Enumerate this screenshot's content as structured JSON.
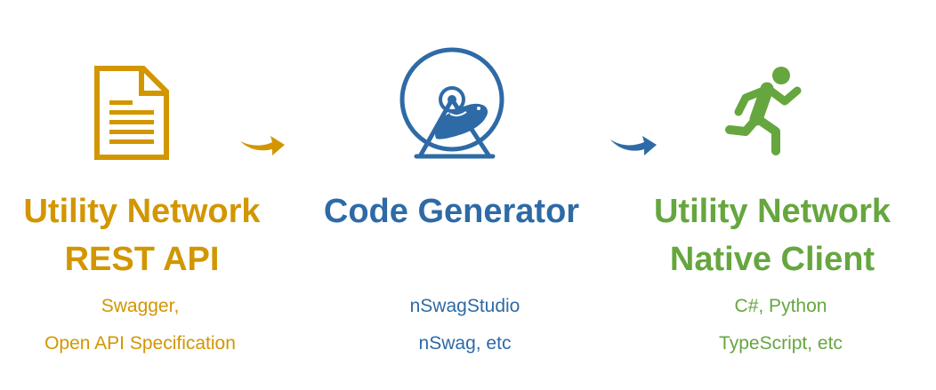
{
  "colors": {
    "gold": "#D29600",
    "blue": "#2E6AA6",
    "green": "#66A63F"
  },
  "steps": [
    {
      "icon": "document-icon",
      "title_line1": "Utility Network",
      "title_line2": "REST API",
      "sub_line1": "Swagger,",
      "sub_line2": "Open API Specification"
    },
    {
      "icon": "hamster-wheel-icon",
      "title_line1": "Code Generator",
      "title_line2": "",
      "sub_line1": "nSwagStudio",
      "sub_line2": "nSwag, etc"
    },
    {
      "icon": "running-person-icon",
      "title_line1": "Utility Network",
      "title_line2": "Native Client",
      "sub_line1": "C#, Python",
      "sub_line2": "TypeScript, etc"
    }
  ],
  "arrows": [
    "arrow-right-icon",
    "arrow-right-icon"
  ]
}
